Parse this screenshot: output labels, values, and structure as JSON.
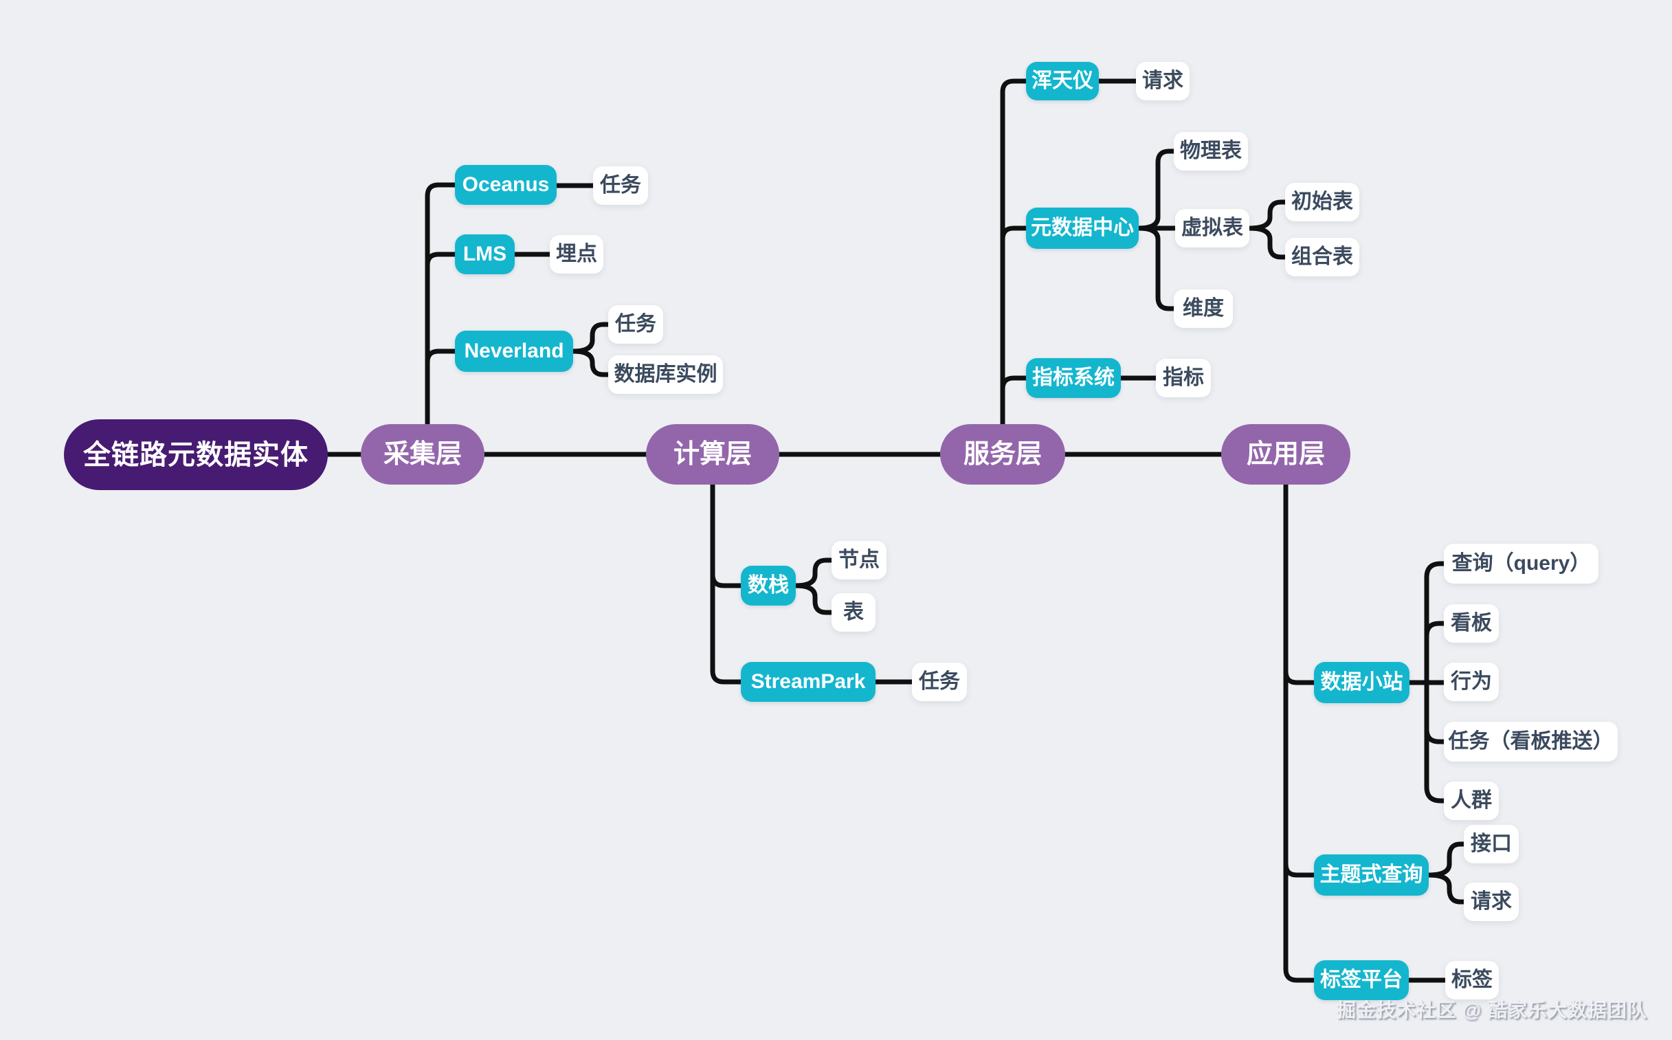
{
  "colors": {
    "canvas_bg": "#edeff3",
    "root_fill": "#471b72",
    "layer_fill": "#9366ab",
    "platform_fill": "#14b6ce",
    "entity_fill": "#ffffff",
    "entity_text": "#3b4a5e",
    "line_color": "#101010"
  },
  "watermark": {
    "text": "掘金技术社区 @ 酷家乐大数据团队"
  },
  "mindmap": {
    "root": {
      "label": "全链路元数据实体"
    },
    "layers": [
      {
        "label": "采集层",
        "platforms": [
          {
            "label": "Oceanus",
            "entities": [
              {
                "label": "任务"
              }
            ]
          },
          {
            "label": "LMS",
            "entities": [
              {
                "label": "埋点"
              }
            ]
          },
          {
            "label": "Neverland",
            "entities": [
              {
                "label": "任务"
              },
              {
                "label": "数据库实例"
              }
            ]
          }
        ]
      },
      {
        "label": "计算层",
        "platforms": [
          {
            "label": "数栈",
            "entities": [
              {
                "label": "节点"
              },
              {
                "label": "表"
              }
            ]
          },
          {
            "label": "StreamPark",
            "entities": [
              {
                "label": "任务"
              }
            ]
          }
        ]
      },
      {
        "label": "服务层",
        "platforms": [
          {
            "label": "浑天仪",
            "entities": [
              {
                "label": "请求"
              }
            ]
          },
          {
            "label": "元数据中心",
            "entities": [
              {
                "label": "物理表"
              },
              {
                "label": "虚拟表",
                "children": [
                  {
                    "label": "初始表"
                  },
                  {
                    "label": "组合表"
                  }
                ]
              },
              {
                "label": "维度"
              }
            ]
          },
          {
            "label": "指标系统",
            "entities": [
              {
                "label": "指标"
              }
            ]
          }
        ]
      },
      {
        "label": "应用层",
        "platforms": [
          {
            "label": "数据小站",
            "entities": [
              {
                "label": "查询（query）"
              },
              {
                "label": "看板"
              },
              {
                "label": "行为"
              },
              {
                "label": "任务（看板推送）"
              },
              {
                "label": "人群"
              }
            ]
          },
          {
            "label": "主题式查询",
            "entities": [
              {
                "label": "接口"
              },
              {
                "label": "请求"
              }
            ]
          },
          {
            "label": "标签平台",
            "entities": [
              {
                "label": "标签"
              }
            ]
          }
        ]
      }
    ]
  }
}
